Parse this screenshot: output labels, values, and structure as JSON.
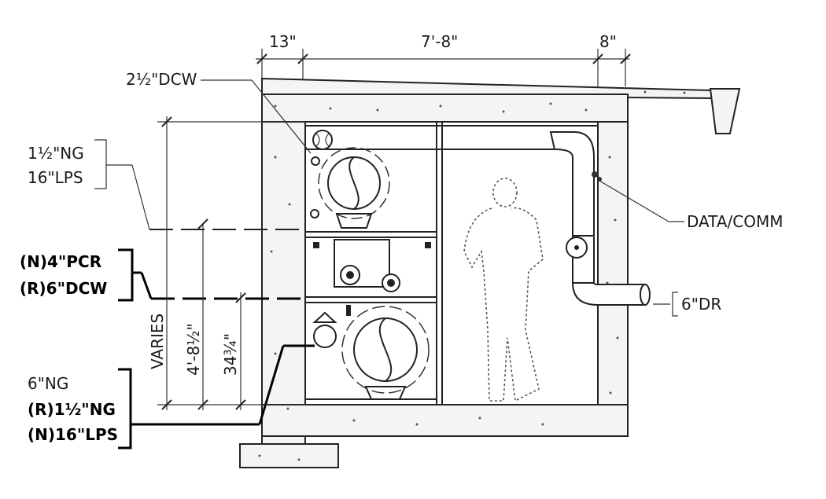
{
  "labels": {
    "dcw_top": "2½\"DCW",
    "ng_small": "1½\"NG",
    "lps_16": "16\"LPS",
    "pcr_new": "(N)4\"PCR",
    "dcw_relocated": "(R)6\"DCW",
    "ng_6": "6\"NG",
    "ng_relocated": "(R)1½\"NG",
    "lps_new": "(N)16\"LPS",
    "data_comm": "DATA/COMM",
    "dr_6": "6\"DR"
  },
  "dimensions": {
    "left_wall": "13\"",
    "interior_width": "7'-8\"",
    "right_wall": "8\"",
    "varies": "VARIES",
    "tier_height": "4'-8½\"",
    "shelf_height": "34¾\""
  }
}
